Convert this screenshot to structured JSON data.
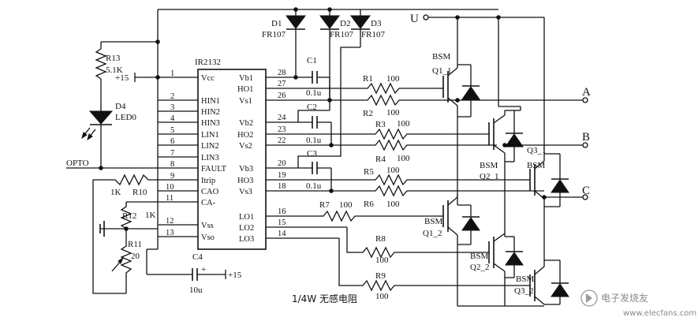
{
  "ic": {
    "name": "IR2132",
    "left_pins": [
      {
        "num": "1",
        "name": "Vcc"
      },
      {
        "num": "2",
        "name": "HIN1"
      },
      {
        "num": "3",
        "name": "HIN2"
      },
      {
        "num": "4",
        "name": "HIN3"
      },
      {
        "num": "5",
        "name": "LIN1"
      },
      {
        "num": "6",
        "name": "LIN2"
      },
      {
        "num": "7",
        "name": "LIN3"
      },
      {
        "num": "8",
        "name": "FAULT"
      },
      {
        "num": "9",
        "name": "Itrip"
      },
      {
        "num": "10",
        "name": "CAO"
      },
      {
        "num": "11",
        "name": "CA-"
      },
      {
        "num": "12",
        "name": "Vss"
      },
      {
        "num": "13",
        "name": "Vso"
      }
    ],
    "right_pins": [
      {
        "num": "28",
        "name": "Vb1"
      },
      {
        "num": "27",
        "name": "HO1"
      },
      {
        "num": "26",
        "name": "Vs1"
      },
      {
        "num": "24",
        "name": "Vb2"
      },
      {
        "num": "23",
        "name": "HO2"
      },
      {
        "num": "22",
        "name": "Vs2"
      },
      {
        "num": "20",
        "name": "Vb3"
      },
      {
        "num": "19",
        "name": "HO3"
      },
      {
        "num": "18",
        "name": "Vs3"
      },
      {
        "num": "16",
        "name": "LO1"
      },
      {
        "num": "15",
        "name": "LO2"
      },
      {
        "num": "14",
        "name": "LO3"
      }
    ]
  },
  "diodes": [
    {
      "name": "D1",
      "part": "FR107"
    },
    {
      "name": "D2",
      "part": "FR107"
    },
    {
      "name": "D3",
      "part": "FR107"
    }
  ],
  "led": {
    "name": "D4",
    "part": "LED0"
  },
  "r13": {
    "name": "R13",
    "value": "5.1K"
  },
  "vcc_supply": "+15",
  "c4_supply": "+15",
  "opto": "OPTO",
  "caps": [
    {
      "name": "C1",
      "value": "0.1u"
    },
    {
      "name": "C2",
      "value": "0.1u"
    },
    {
      "name": "C3",
      "value": "0.1u"
    }
  ],
  "c4": {
    "name": "C4",
    "value": "10u"
  },
  "gate_resistors": [
    {
      "name": "R1",
      "value": "100"
    },
    {
      "name": "R2",
      "value": "100"
    },
    {
      "name": "R3",
      "value": "100"
    },
    {
      "name": "R4",
      "value": "100"
    },
    {
      "name": "R5",
      "value": "100"
    },
    {
      "name": "R6",
      "value": "100"
    },
    {
      "name": "R7",
      "value": "100"
    },
    {
      "name": "R8",
      "value": "100"
    },
    {
      "name": "R9",
      "value": "100"
    }
  ],
  "r10": {
    "name": "R10",
    "value": "1K"
  },
  "r12": {
    "name": "R12",
    "value": "1K"
  },
  "r11": {
    "name": "R11",
    "value": "20"
  },
  "supply_u": "U",
  "outputs": [
    "A",
    "B",
    "C"
  ],
  "transistors": [
    {
      "type": "BSM",
      "name": "Q1_1"
    },
    {
      "type": "BSM",
      "name": "Q2_1"
    },
    {
      "type": "BSM",
      "name": "Q3_1"
    },
    {
      "type": "BSM",
      "name": "Q1_2"
    },
    {
      "type": "BSM",
      "name": "Q2_2"
    },
    {
      "type": "BSM",
      "name": "Q3_2"
    }
  ],
  "note": "1/4W 无感电阻",
  "watermark": "电子发烧友",
  "watermark_url": "www.elecfans.com"
}
